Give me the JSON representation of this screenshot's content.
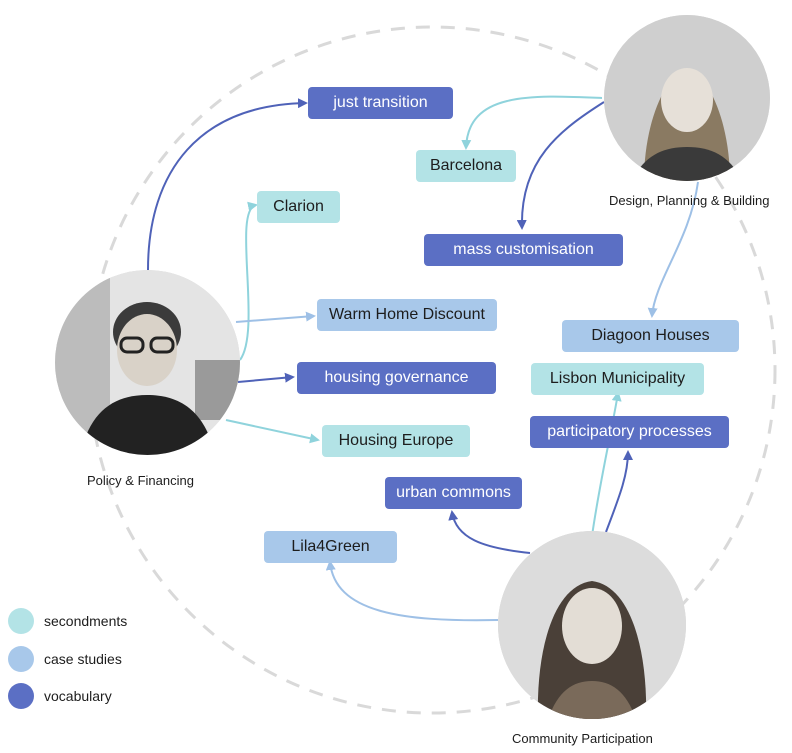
{
  "colors": {
    "secondments": "#b3e3e6",
    "case_studies": "#a8c8ea",
    "vocabulary": "#5b6fc4",
    "arrow_light": "#8fd3dc",
    "arrow_mid": "#9ec0e6",
    "arrow_dark": "#4f62b8",
    "ring": "#d9d9d9"
  },
  "people": {
    "design": {
      "caption": "Design, Planning & Building"
    },
    "policy": {
      "caption": "Policy & Financing"
    },
    "community": {
      "caption": "Community Participation"
    }
  },
  "tags": {
    "just_transition": "just transition",
    "barcelona": "Barcelona",
    "clarion": "Clarion",
    "mass_customisation": "mass customisation",
    "warm_home_discount": "Warm Home Discount",
    "diagoon_houses": "Diagoon Houses",
    "housing_governance": "housing governance",
    "lisbon_municipality": "Lisbon Municipality",
    "housing_europe": "Housing Europe",
    "participatory_processes": "participatory processes",
    "urban_commons": "urban commons",
    "lila4green": "Lila4Green"
  },
  "legend": [
    {
      "label": "secondments",
      "color": "#b3e3e6"
    },
    {
      "label": "case studies",
      "color": "#a8c8ea"
    },
    {
      "label": "vocabulary",
      "color": "#5b6fc4"
    }
  ]
}
